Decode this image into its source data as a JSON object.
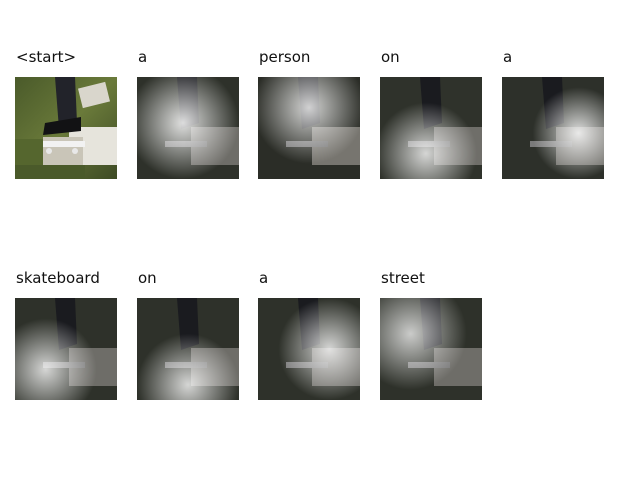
{
  "panels": [
    {
      "token": "<start>",
      "kind": "photo"
    },
    {
      "token": "a",
      "kind": "attention",
      "focus": "center"
    },
    {
      "token": "person",
      "kind": "attention",
      "focus": "upper"
    },
    {
      "token": "on",
      "kind": "attention",
      "focus": "lower"
    },
    {
      "token": "a",
      "kind": "attention",
      "focus": "right"
    },
    {
      "token": "skateboard",
      "kind": "attention",
      "focus": "lower-left"
    },
    {
      "token": "on",
      "kind": "attention",
      "focus": "bottom"
    },
    {
      "token": "a",
      "kind": "attention",
      "focus": "mid-right"
    },
    {
      "token": "street",
      "kind": "attention",
      "focus": "upper-left"
    }
  ]
}
